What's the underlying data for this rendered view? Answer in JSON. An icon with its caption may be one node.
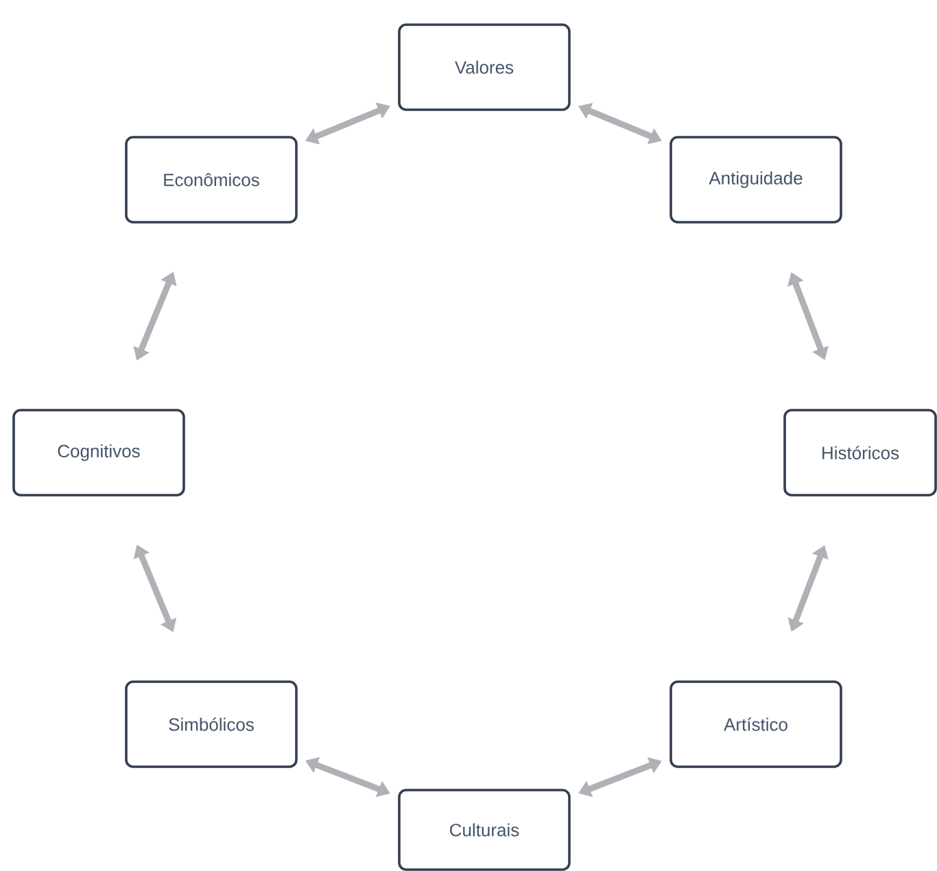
{
  "diagram": {
    "nodes": [
      {
        "text": [
          "Valores"
        ]
      },
      {
        "text": [
          "Antiguidade"
        ]
      },
      {
        "text": [
          "Históricos"
        ]
      },
      {
        "text": [
          "Artístico"
        ]
      },
      {
        "text": [
          "Culturais"
        ]
      },
      {
        "text": [
          "Simbólicos"
        ]
      },
      {
        "text": [
          "Cognitivos"
        ]
      },
      {
        "text": [
          "Econômicos"
        ]
      }
    ],
    "edges": [
      {
        "from": 0,
        "to": 1,
        "arrow": "both"
      },
      {
        "from": 1,
        "to": 2,
        "arrow": "both"
      },
      {
        "from": 2,
        "to": 3,
        "arrow": "both"
      },
      {
        "from": 3,
        "to": 4,
        "arrow": "both"
      },
      {
        "from": 4,
        "to": 5,
        "arrow": "both"
      },
      {
        "from": 5,
        "to": 6,
        "arrow": "both"
      },
      {
        "from": 6,
        "to": 7,
        "arrow": "both"
      },
      {
        "from": 7,
        "to": 0,
        "arrow": "both"
      }
    ]
  }
}
